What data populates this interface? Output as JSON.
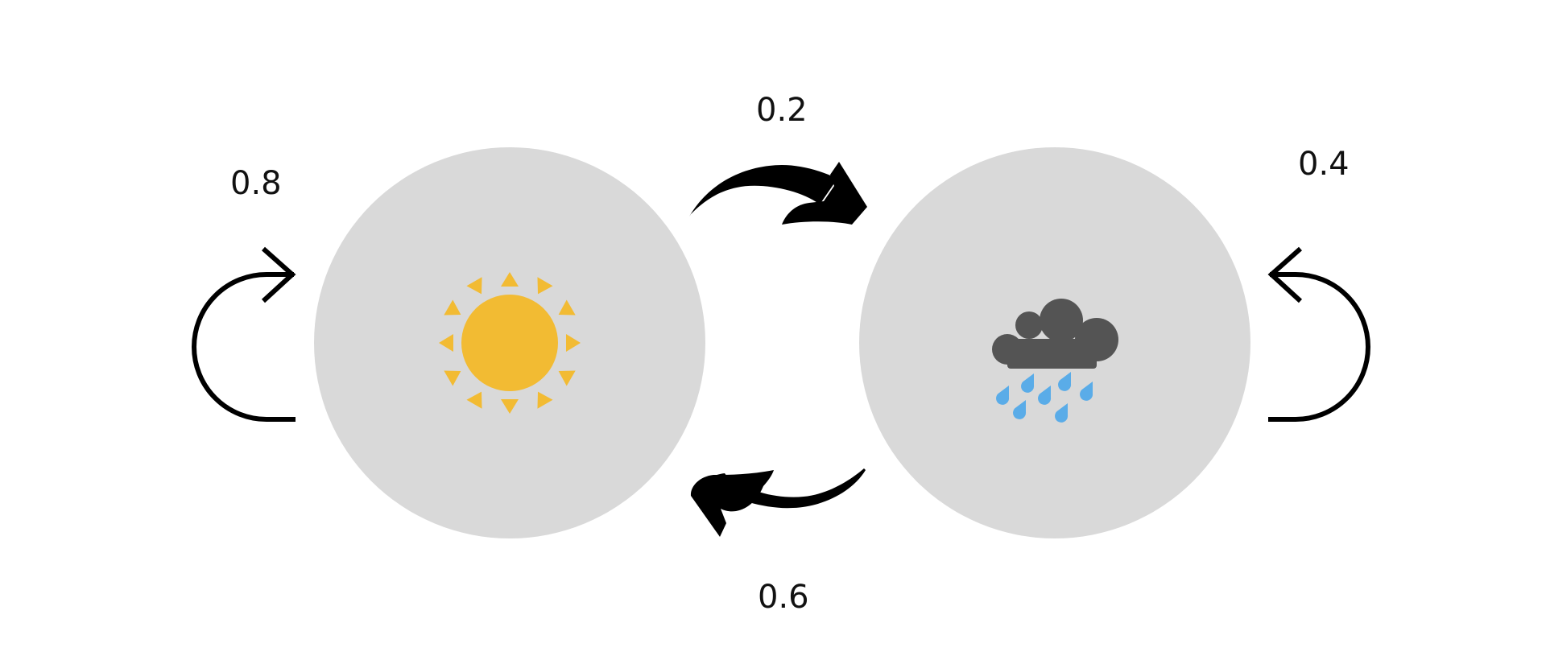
{
  "states": [
    {
      "name": "sunny",
      "icon": "sun-icon"
    },
    {
      "name": "rainy",
      "icon": "rain-cloud-icon"
    }
  ],
  "transitions": {
    "sunny_to_sunny": "0.8",
    "sunny_to_rainy": "0.2",
    "rainy_to_sunny": "0.6",
    "rainy_to_rainy": "0.4"
  },
  "colors": {
    "state_fill": "#d9d9d9",
    "sun": "#f2bb33",
    "cloud": "#545454",
    "raindrop": "#5aace8",
    "arrow": "#000000"
  }
}
